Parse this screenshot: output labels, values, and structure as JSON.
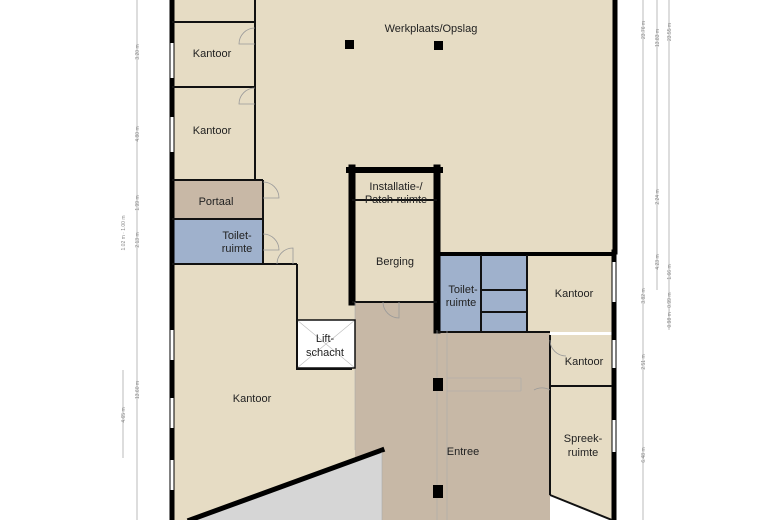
{
  "colors": {
    "room": "#e6dcc4",
    "portaal": "#c8b8a6",
    "toilet": "#9fb1cc",
    "entree": "#c7b8a6",
    "terrace": "#d6d6d6",
    "wall": "#000000"
  },
  "rooms": {
    "werkplaats": "Werkplaats/Opslag",
    "kantoor_1": "Kantoor",
    "kantoor_2": "Kantoor",
    "portaal": "Portaal",
    "toilet_left_1": "Toilet-",
    "toilet_left_2": "ruimte",
    "installatie_1": "Installatie-/",
    "installatie_2": "Patch-ruimte",
    "berging": "Berging",
    "toilet_right_1": "Toilet-",
    "toilet_right_2": "ruimte",
    "kantoor_right_1": "Kantoor",
    "lift_1": "Lift-",
    "lift_2": "schacht",
    "kantoor_right_2": "Kantoor",
    "kantoor_large": "Kantoor",
    "entree": "Entree",
    "spreek_1": "Spreek-",
    "spreek_2": "ruimte"
  },
  "dimensions_left": {
    "d1": "3.20 m",
    "d2": "4.80 m",
    "d3": "1.99 m",
    "d4": "2.13 m",
    "d5": "1.02 m · 1.00 m",
    "d6": "13.60 m",
    "d7": "4.65 m"
  },
  "dimensions_right": {
    "d1": "23.76 m",
    "d2": "13.83 m",
    "d3": "23.55 m",
    "d4": "2.24 m",
    "d5": "4.23 m",
    "d6": "3.82 m",
    "d7": "1.66 m",
    "d8": "0.98 m · 0.99 m",
    "d9": "2.51 m",
    "d10": "6.48 m"
  }
}
